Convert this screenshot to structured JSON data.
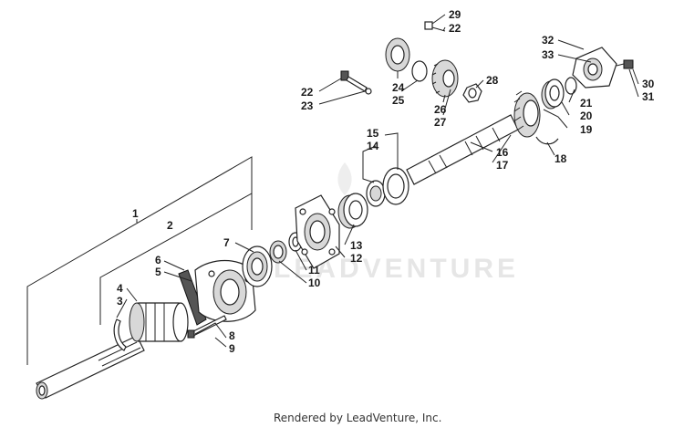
{
  "watermark": {
    "text": "LEADVENTURE"
  },
  "footer": {
    "text": "Rendered by LeadVenture, Inc."
  },
  "callouts": {
    "c1": "1",
    "c2": "2",
    "c3": "3",
    "c4": "4",
    "c5": "5",
    "c6": "6",
    "c7": "7",
    "c8": "8",
    "c9": "9",
    "c10": "10",
    "c11": "11",
    "c12": "12",
    "c13": "13",
    "c14": "14",
    "c15": "15",
    "c16": "16",
    "c17": "17",
    "c18": "18",
    "c19": "19",
    "c20": "20",
    "c21": "21",
    "c22a": "22",
    "c22b": "22",
    "c23": "23",
    "c24": "24",
    "c25": "25",
    "c26": "26",
    "c27": "27",
    "c28": "28",
    "c29": "29",
    "c30": "30",
    "c31": "31",
    "c32": "32",
    "c33": "33"
  }
}
